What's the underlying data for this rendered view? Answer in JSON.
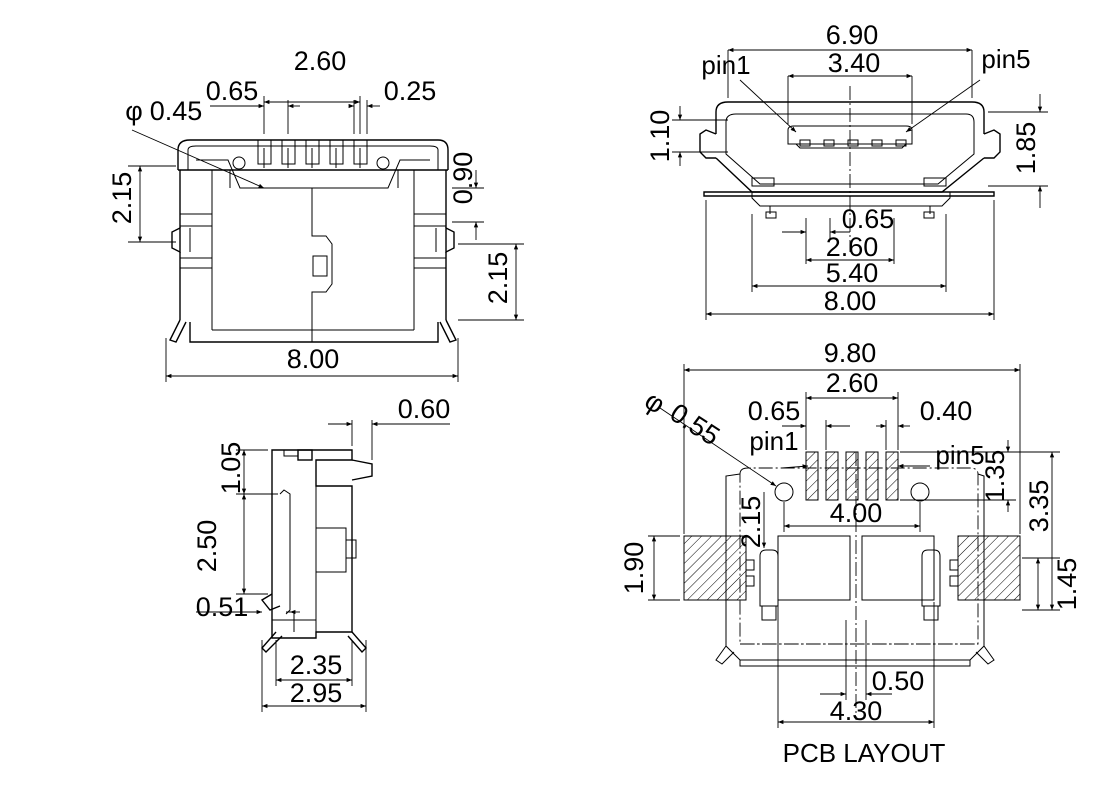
{
  "front_view": {
    "dims": {
      "pitch_span": "2.60",
      "pitch": "0.65",
      "pin_width": "0.25",
      "hole_diameter": "0.45",
      "height_left": "2.15",
      "shell_top_offset": "0.90",
      "tab_height": "2.15",
      "overall_width": "8.00"
    },
    "diameter_symbol": "φ"
  },
  "end_view": {
    "dims": {
      "overall_width": "6.90",
      "pin_span": "3.40",
      "opening_height": "1.10",
      "overall_height": "1.85",
      "pin_pitch": "0.65",
      "pitch_span": "2.60",
      "tab_span": "5.40",
      "base_width": "8.00"
    },
    "pin1_label": "pin1",
    "pin5_label": "pin5"
  },
  "side_view": {
    "dims": {
      "lead_offset": "0.60",
      "top_height": "1.05",
      "mid_height": "2.50",
      "lead_thickness": "0.51",
      "inner_depth": "2.35",
      "overall_depth": "2.95"
    }
  },
  "pcb_layout": {
    "title": "PCB LAYOUT",
    "pin1_label": "pin1",
    "pin5_label": "pin5",
    "diameter_symbol": "φ",
    "dims": {
      "overall_width": "9.80",
      "pad_span": "2.60",
      "pad_pitch": "0.65",
      "pad_width": "0.40",
      "hole_diameter": "0.55",
      "pad_height": "1.35",
      "pad_to_mount": "3.35",
      "hole_to_mount": "2.15",
      "hole_spacing": "4.00",
      "mount_pad_height": "1.90",
      "mount_pad_lower": "1.45",
      "slot_width": "0.50",
      "center_pad_span": "4.30"
    }
  }
}
